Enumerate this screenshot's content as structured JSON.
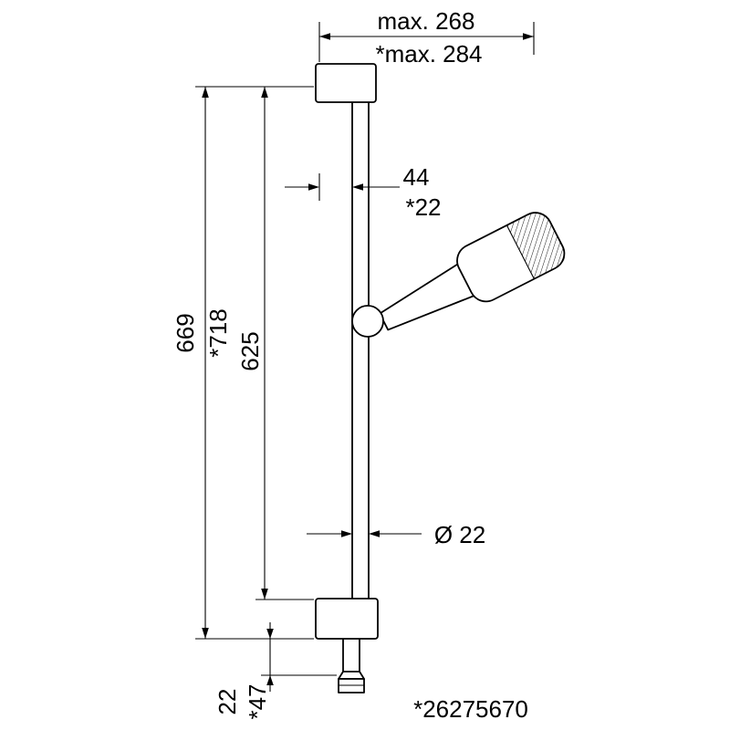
{
  "drawing": {
    "kind": "technical-dimension-drawing",
    "subject": "wall-mounted shower slide bar with hand shower and hose",
    "line_color": "#000000",
    "background": "#ffffff",
    "dimensions": {
      "top_width_primary": "max. 268",
      "top_width_variant": "*max. 284",
      "bar_offset_primary": "44",
      "bar_offset_variant": "*22",
      "overall_height_primary": "669",
      "overall_height_variant": "*718",
      "bar_length": "625",
      "bar_diameter": "Ø 22",
      "bottom_offset_primary": "22",
      "bottom_offset_variant": "*47"
    },
    "product_number": "*26275670"
  }
}
